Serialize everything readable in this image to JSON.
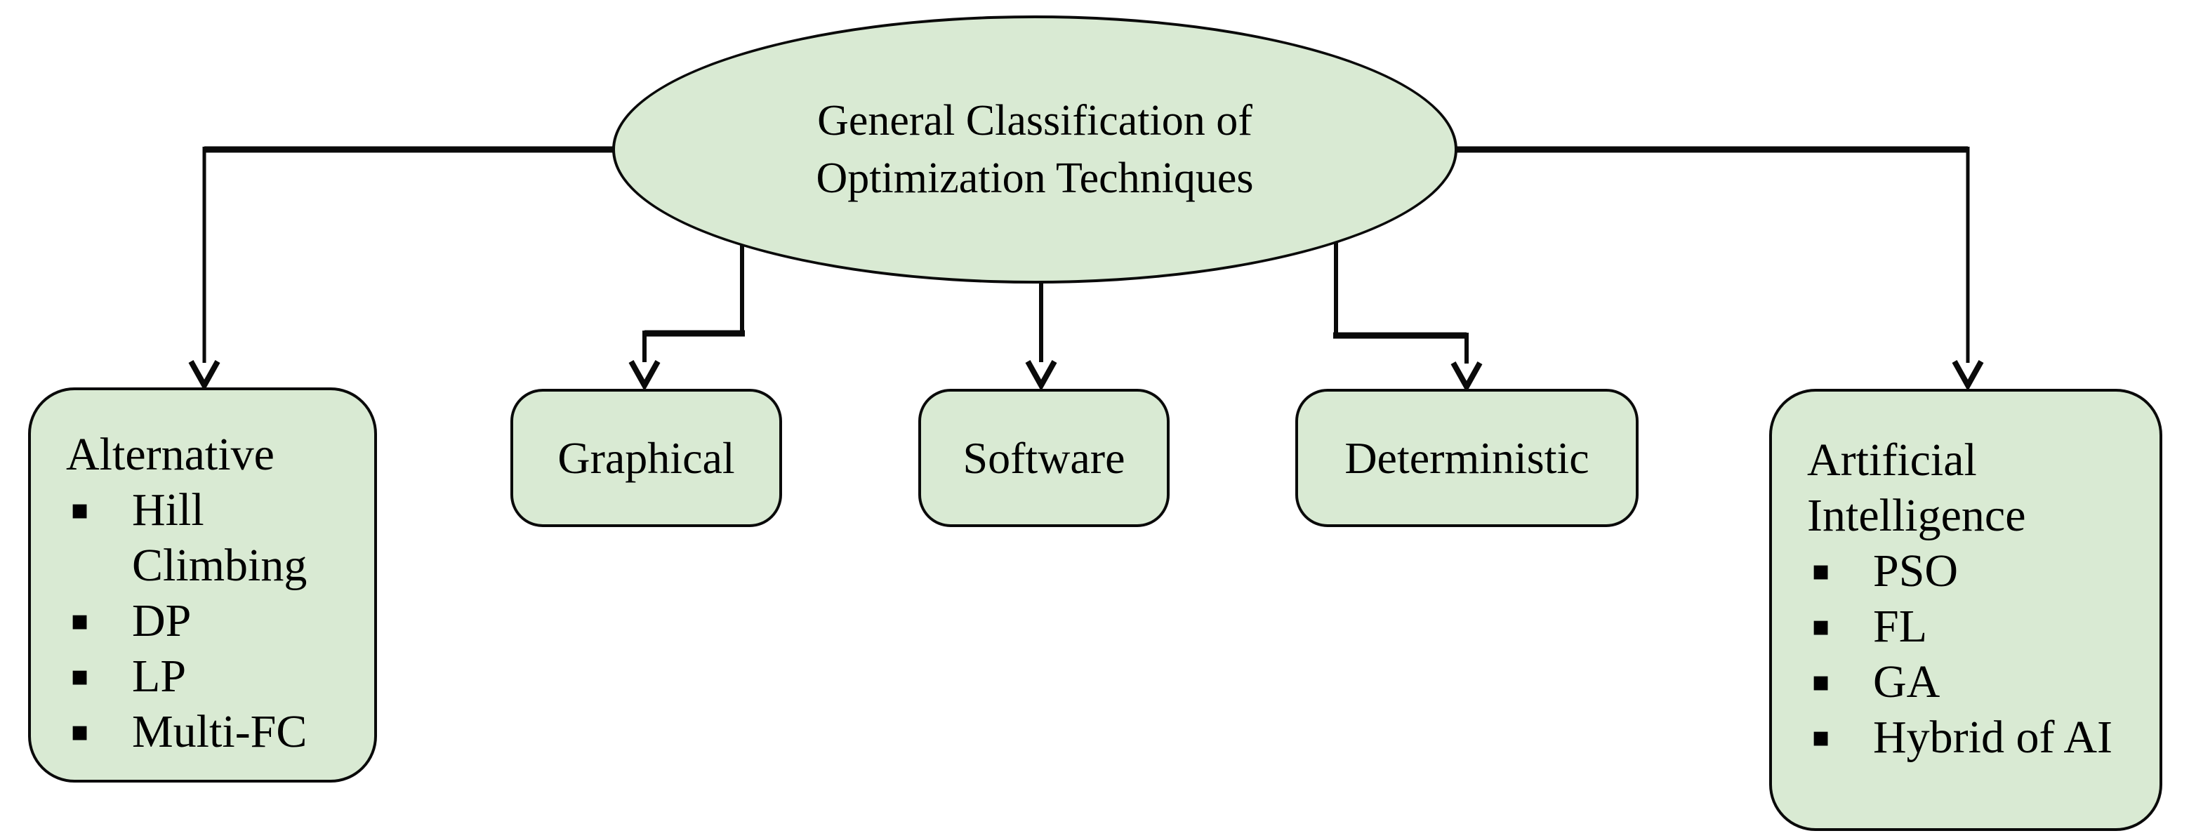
{
  "diagram": {
    "root": {
      "label": "General Classification of Optimization Techniques"
    },
    "branches": [
      {
        "label": "Alternative",
        "items": [
          "Hill Climbing",
          "DP",
          "LP",
          "Multi-FC"
        ]
      },
      {
        "label": "Graphical",
        "items": []
      },
      {
        "label": "Software",
        "items": []
      },
      {
        "label": "Deterministic",
        "items": []
      },
      {
        "label": "Artificial Intelligence",
        "items": [
          "PSO",
          "FL",
          "GA",
          "Hybrid of AI"
        ]
      }
    ],
    "bullet_glyph": "▪",
    "colors": {
      "node_fill": "#d9ead3",
      "node_border": "#0a0a0a",
      "connector": "#0a0a0a",
      "text": "#000000",
      "background": "#ffffff"
    }
  }
}
